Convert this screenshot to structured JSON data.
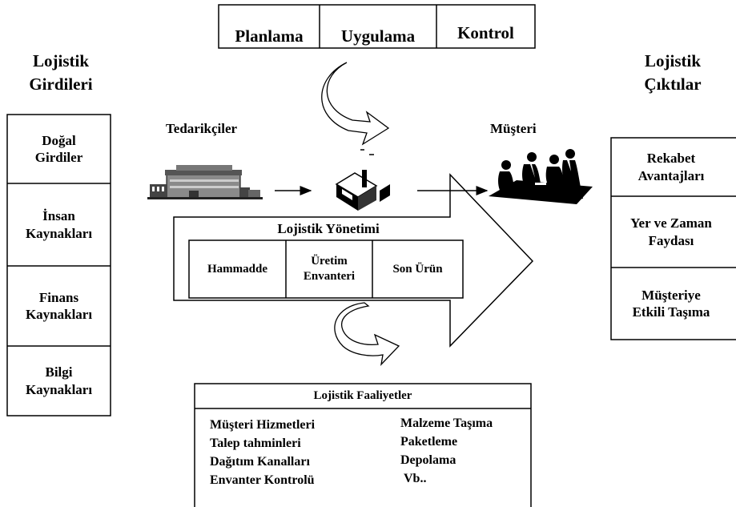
{
  "top_box": {
    "items": [
      "Planlama",
      "Uygulama",
      "Kontrol"
    ]
  },
  "inputs": {
    "title_line1": "Lojistik",
    "title_line2": "Girdileri",
    "items": [
      {
        "line1": "Doğal",
        "line2": "Girdiler"
      },
      {
        "line1": "İnsan",
        "line2": "Kaynakları"
      },
      {
        "line1": "Finans",
        "line2": "Kaynakları"
      },
      {
        "line1": "Bilgi",
        "line2": "Kaynakları"
      }
    ]
  },
  "outputs": {
    "title_line1": "Lojistik",
    "title_line2": "Çıktılar",
    "items": [
      {
        "line1": "Rekabet",
        "line2": "Avantajları"
      },
      {
        "line1": "Yer ve Zaman",
        "line2": "Faydası"
      },
      {
        "line1": "Müşteriye",
        "line2": "Etkili Taşıma"
      }
    ]
  },
  "suppliers_label": "Tedarikçiler",
  "customer_label": "Müşteri",
  "management": {
    "title": "Lojistik Yönetimi",
    "cells": [
      {
        "line1": "Hammadde",
        "line2": ""
      },
      {
        "line1": "Üretim",
        "line2": "Envanteri"
      },
      {
        "line1": "Son Ürün",
        "line2": ""
      }
    ]
  },
  "activities": {
    "title": "Lojistik Faaliyetler",
    "left_items": [
      "Müşteri Hizmetleri",
      "Talep tahminleri",
      "Dağıtım Kanalları",
      "Envanter Kontrolü"
    ],
    "right_items": [
      "Malzeme Taşıma",
      "Paketleme",
      "Depolama",
      "Vb.."
    ]
  },
  "icons": [
    "factory-icon",
    "plant-building-icon",
    "meeting-people-icon",
    "curved-arrow-icon"
  ]
}
